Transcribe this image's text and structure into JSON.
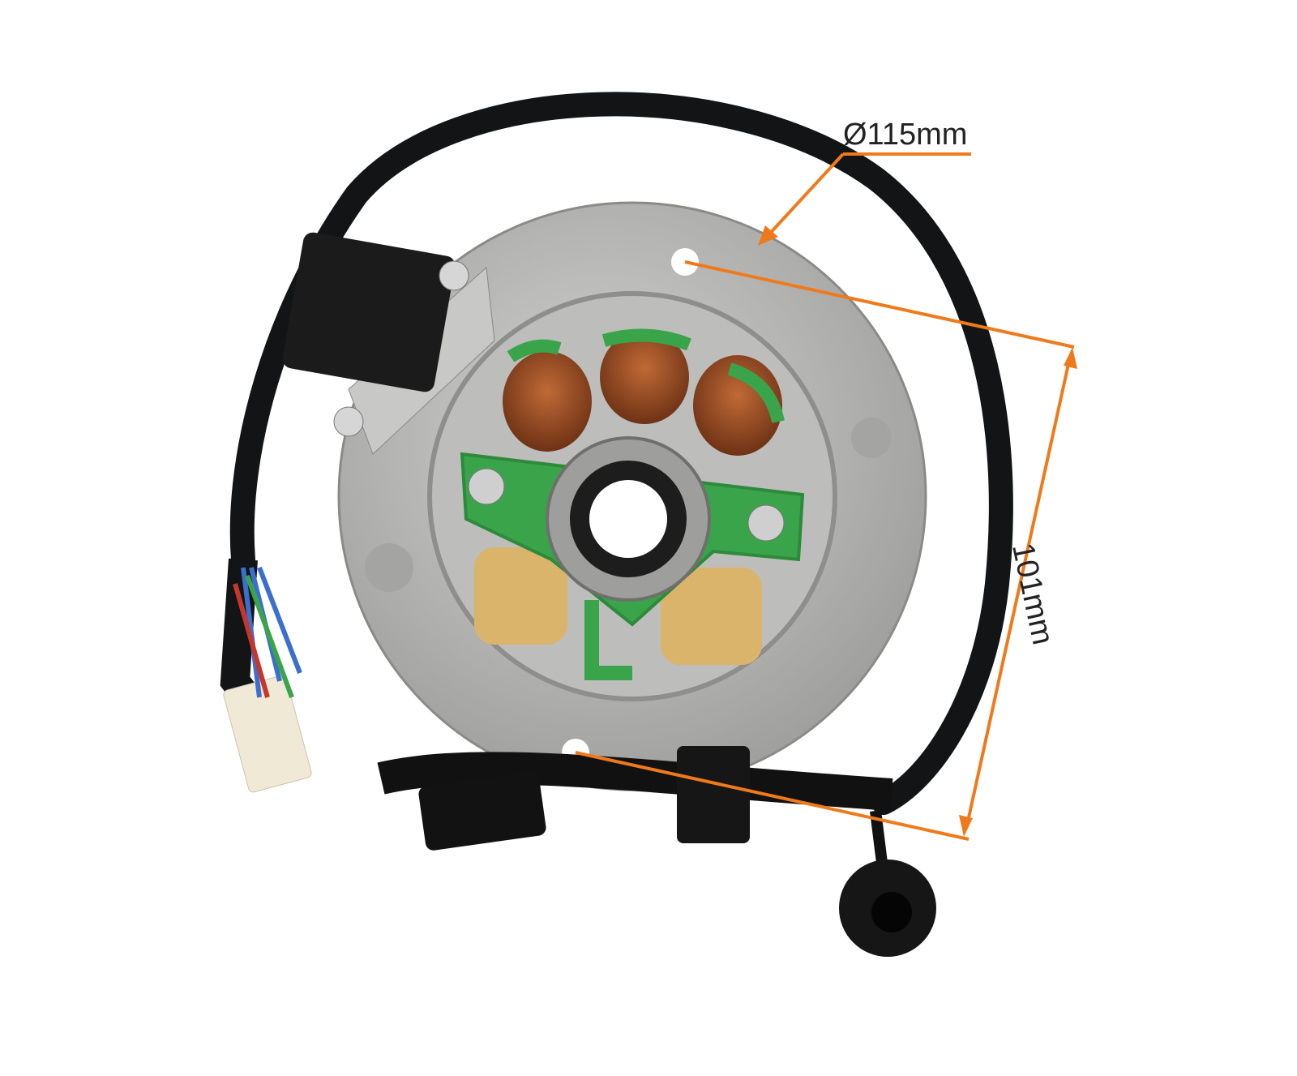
{
  "dimensions": {
    "diameter_label": "Ø115mm",
    "height_label": "101mm"
  },
  "colors": {
    "annotation": "#f07a1a",
    "housing": "#b5b5b3",
    "coil_frame": "#3aa44a",
    "copper": "#9a4a22",
    "cable": "#111111"
  },
  "photo": {
    "subject_icon": "stator-magneto-photo"
  }
}
